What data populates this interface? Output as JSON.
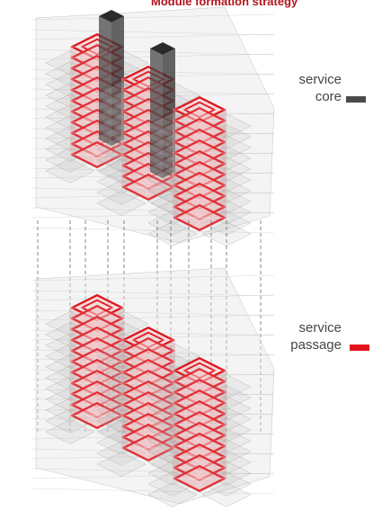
{
  "title": "Module formation strategy",
  "legend": [
    {
      "line1": "service",
      "line2": "core",
      "color": "#4a4a4a",
      "icon": "dark-grey-bar"
    },
    {
      "line1": "service",
      "line2": "passage",
      "color": "#e3141c",
      "icon": "red-bar"
    }
  ],
  "colors": {
    "passage_red": "#e3141c",
    "core_grey": "#4a4a4a",
    "module_grey": "#bdbdbd",
    "title_red": "#b3121d"
  }
}
